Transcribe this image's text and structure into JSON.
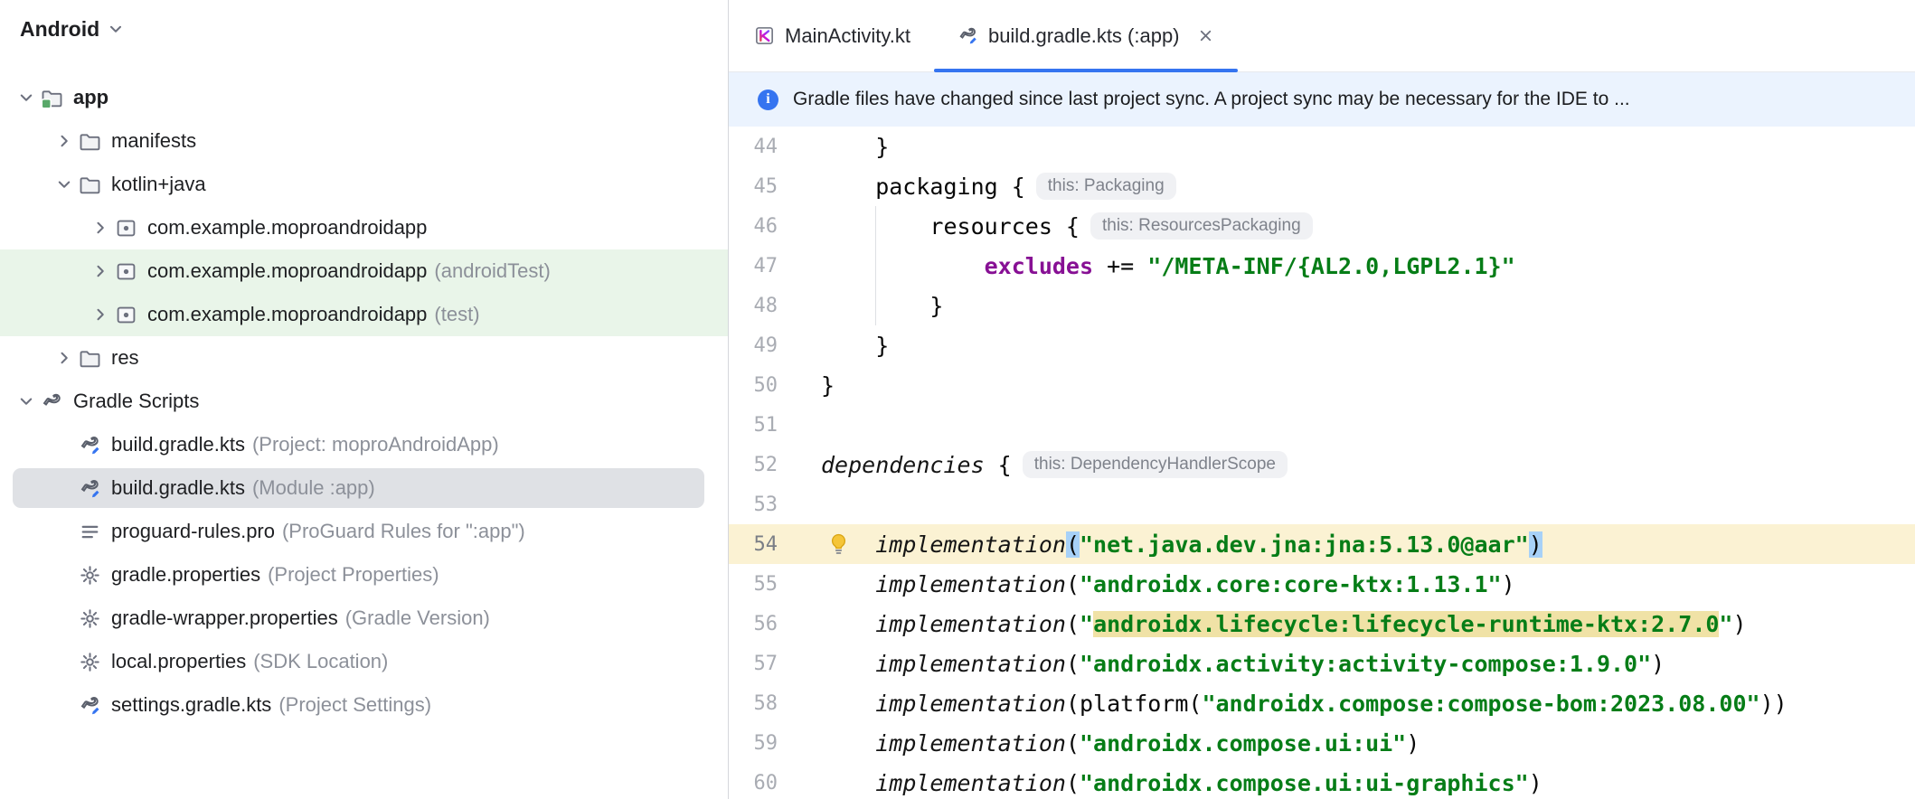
{
  "colors": {
    "accent_blue": "#3574F0",
    "banner_bg": "#EBF3FE",
    "selected_row_gray": "#DFE1E5",
    "test_source_green": "#E9F5E9",
    "caret_line_cream": "#FBF2D3",
    "brace_match_blue": "#A7D1F8",
    "token_highlight_tan": "#F0E2A6",
    "string_green": "#067D17",
    "keyword_purple": "#871094"
  },
  "project_tree": {
    "header": {
      "label": "Android"
    },
    "items": [
      {
        "label": "app",
        "level": 0,
        "chevron": "expanded",
        "icon": "folder-app",
        "bold": true
      },
      {
        "label": "manifests",
        "level": 1,
        "chevron": "collapsed",
        "icon": "folder"
      },
      {
        "label": "kotlin+java",
        "level": 1,
        "chevron": "expanded",
        "icon": "folder"
      },
      {
        "label": "com.example.moproandroidapp",
        "level": 2,
        "chevron": "collapsed",
        "icon": "package"
      },
      {
        "label": "com.example.moproandroidapp",
        "suffix": "(androidTest)",
        "level": 2,
        "chevron": "collapsed",
        "icon": "package",
        "highlight": "green"
      },
      {
        "label": "com.example.moproandroidapp",
        "suffix": "(test)",
        "level": 2,
        "chevron": "collapsed",
        "icon": "package",
        "highlight": "green"
      },
      {
        "label": "res",
        "level": 1,
        "chevron": "collapsed",
        "icon": "folder"
      },
      {
        "label": "Gradle Scripts",
        "level": 0,
        "chevron": "expanded",
        "icon": "gradle"
      },
      {
        "label": "build.gradle.kts",
        "suffix": "(Project: moproAndroidApp)",
        "level": 1,
        "icon": "gradle-file"
      },
      {
        "label": "build.gradle.kts",
        "suffix": "(Module :app)",
        "level": 1,
        "icon": "gradle-file",
        "selected": true
      },
      {
        "label": "proguard-rules.pro",
        "suffix": "(ProGuard Rules for \":app\")",
        "level": 1,
        "icon": "text-file"
      },
      {
        "label": "gradle.properties",
        "suffix": "(Project Properties)",
        "level": 1,
        "icon": "gear"
      },
      {
        "label": "gradle-wrapper.properties",
        "suffix": "(Gradle Version)",
        "level": 1,
        "icon": "gear"
      },
      {
        "label": "local.properties",
        "suffix": "(SDK Location)",
        "level": 1,
        "icon": "gear"
      },
      {
        "label": "settings.gradle.kts",
        "suffix": "(Project Settings)",
        "level": 1,
        "icon": "gradle-file"
      }
    ]
  },
  "editor": {
    "tabs": [
      {
        "label": "MainActivity.kt",
        "icon": "kotlin-file",
        "active": false,
        "closable": false
      },
      {
        "label": "build.gradle.kts (:app)",
        "icon": "gradle-file",
        "active": true,
        "closable": true
      }
    ],
    "banner": {
      "icon": "info",
      "text": "Gradle files have changed since last project sync. A project sync may be necessary for the IDE to ..."
    },
    "code": {
      "lines": [
        {
          "number": 44,
          "tokens": [
            {
              "t": "    }",
              "s": "p"
            }
          ]
        },
        {
          "number": 45,
          "tokens": [
            {
              "t": "    packaging {",
              "s": "p"
            }
          ],
          "hint": "this: Packaging"
        },
        {
          "number": 46,
          "tokens": [
            {
              "t": "        resources {",
              "s": "p"
            }
          ],
          "hint": "this: ResourcesPackaging"
        },
        {
          "number": 47,
          "tokens": [
            {
              "t": "            ",
              "s": "p"
            },
            {
              "t": "excludes",
              "s": "kw"
            },
            {
              "t": " += ",
              "s": "p"
            },
            {
              "t": "\"/META-INF/{AL2.0,LGPL2.1}\"",
              "s": "str"
            }
          ]
        },
        {
          "number": 48,
          "tokens": [
            {
              "t": "        }",
              "s": "p"
            }
          ]
        },
        {
          "number": 49,
          "tokens": [
            {
              "t": "    }",
              "s": "p"
            }
          ]
        },
        {
          "number": 50,
          "tokens": [
            {
              "t": "}",
              "s": "p"
            }
          ]
        },
        {
          "number": 51,
          "tokens": []
        },
        {
          "number": 52,
          "tokens": [
            {
              "t": "dependencies",
              "s": "fn"
            },
            {
              "t": " {",
              "s": "p"
            }
          ],
          "hint": "this: DependencyHandlerScope"
        },
        {
          "number": 53,
          "tokens": []
        },
        {
          "number": 54,
          "caret": true,
          "bulb": true,
          "tokens": [
            {
              "t": "    ",
              "s": "p"
            },
            {
              "t": "implementation",
              "s": "fn"
            },
            {
              "t": "(",
              "s": "parhl"
            },
            {
              "t": "\"net.java.dev.jna:jna:5.13.0@aar\"",
              "s": "str"
            },
            {
              "t": ")",
              "s": "parhl"
            }
          ]
        },
        {
          "number": 55,
          "tokens": [
            {
              "t": "    ",
              "s": "p"
            },
            {
              "t": "implementation",
              "s": "fn"
            },
            {
              "t": "(",
              "s": "p"
            },
            {
              "t": "\"androidx.core:core-ktx:1.13.1\"",
              "s": "str"
            },
            {
              "t": ")",
              "s": "p"
            }
          ]
        },
        {
          "number": 56,
          "tokens": [
            {
              "t": "    ",
              "s": "p"
            },
            {
              "t": "implementation",
              "s": "fn"
            },
            {
              "t": "(",
              "s": "p"
            },
            {
              "t": "\"",
              "s": "str"
            },
            {
              "t": "androidx.lifecycle:lifecycle-runtime-ktx:2.7.0",
              "s": "strhl"
            },
            {
              "t": "\"",
              "s": "str"
            },
            {
              "t": ")",
              "s": "p"
            }
          ]
        },
        {
          "number": 57,
          "tokens": [
            {
              "t": "    ",
              "s": "p"
            },
            {
              "t": "implementation",
              "s": "fn"
            },
            {
              "t": "(",
              "s": "p"
            },
            {
              "t": "\"androidx.activity:activity-compose:1.9.0\"",
              "s": "str"
            },
            {
              "t": ")",
              "s": "p"
            }
          ]
        },
        {
          "number": 58,
          "tokens": [
            {
              "t": "    ",
              "s": "p"
            },
            {
              "t": "implementation",
              "s": "fn"
            },
            {
              "t": "(platform(",
              "s": "p"
            },
            {
              "t": "\"androidx.compose:compose-bom:2023.08.00\"",
              "s": "str"
            },
            {
              "t": "))",
              "s": "p"
            }
          ]
        },
        {
          "number": 59,
          "tokens": [
            {
              "t": "    ",
              "s": "p"
            },
            {
              "t": "implementation",
              "s": "fn"
            },
            {
              "t": "(",
              "s": "p"
            },
            {
              "t": "\"androidx.compose.ui:ui\"",
              "s": "str"
            },
            {
              "t": ")",
              "s": "p"
            }
          ]
        },
        {
          "number": 60,
          "tokens": [
            {
              "t": "    ",
              "s": "p"
            },
            {
              "t": "implementation",
              "s": "fn"
            },
            {
              "t": "(",
              "s": "p"
            },
            {
              "t": "\"androidx.compose.ui:ui-graphics\"",
              "s": "str"
            },
            {
              "t": ")",
              "s": "p"
            }
          ]
        }
      ]
    }
  }
}
